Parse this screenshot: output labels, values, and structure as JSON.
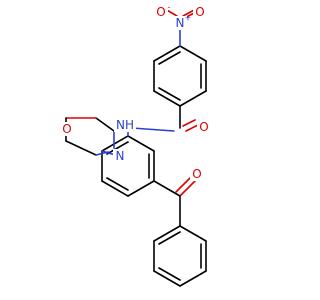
{
  "molecule": {
    "atoms": {
      "nitro_o_left": {
        "text": "O",
        "charge": "-",
        "color": "#e00000"
      },
      "nitro_n": {
        "text": "N",
        "charge": "+",
        "color": "#2b3fd6"
      },
      "nitro_o_right": {
        "text": "O",
        "color": "#e00000"
      },
      "amide_nh": {
        "text": "NH",
        "color": "#2b3fd6"
      },
      "amide_o": {
        "text": "O",
        "color": "#e00000"
      },
      "morpholine_o": {
        "text": "O",
        "color": "#e00000"
      },
      "morpholine_n": {
        "text": "N",
        "color": "#2b3fd6"
      },
      "ketone_o": {
        "text": "O",
        "color": "#e00000"
      }
    }
  }
}
